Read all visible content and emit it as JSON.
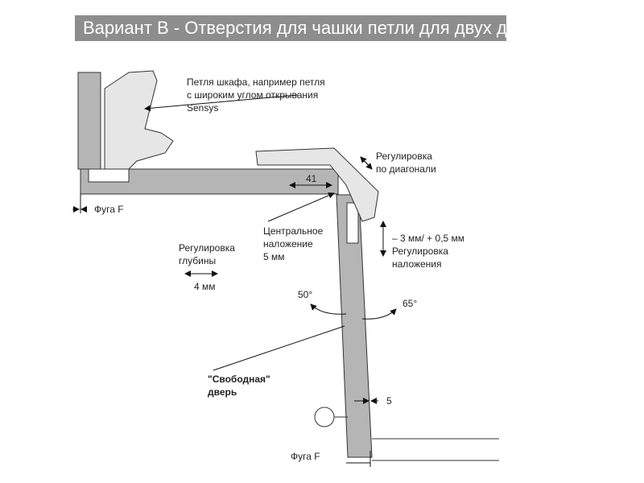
{
  "title": "Вариант B - Отверстия для чашки петли для двух дверей",
  "labels": {
    "hinge": [
      "Петля шкафа, например петля",
      "с широким углом открывания",
      "Sensys"
    ],
    "gap_top": "Фуга F",
    "dim_41": "41",
    "diag": [
      "Регулировка",
      "по диагонали"
    ],
    "central": [
      "Центральное",
      "наложение",
      "5 мм"
    ],
    "overlay": [
      "– 3 мм/ + 0,5 мм",
      "Регулировка",
      "наложения"
    ],
    "depth": [
      "Регулировка",
      "глубины"
    ],
    "depth_value": "4 мм",
    "angle_left": "50°",
    "angle_right": "65°",
    "free_door": [
      "\"Свободная\"",
      "дверь"
    ],
    "dim_5": "5",
    "gap_bottom": "Фуга F"
  }
}
